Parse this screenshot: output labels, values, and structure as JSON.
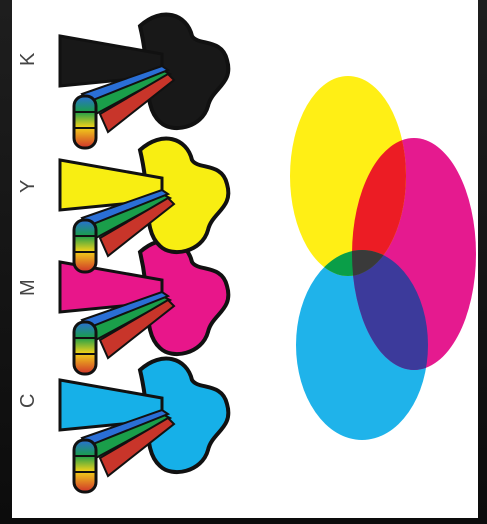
{
  "channels": [
    {
      "key": "c",
      "label": "C",
      "color": "#16b0e8"
    },
    {
      "key": "m",
      "label": "M",
      "color": "#e8168a"
    },
    {
      "key": "y",
      "label": "Y",
      "color": "#f8ee12"
    },
    {
      "key": "k",
      "label": "K",
      "color": "#181818"
    }
  ],
  "venn": {
    "cyan": "#1fb3ea",
    "magenta": "#e51a8f",
    "yellow": "#ffef15",
    "green": "#0a9e48",
    "red": "#ec1c24",
    "blue": "#3c3a9b",
    "black": "#3a3a3a"
  }
}
